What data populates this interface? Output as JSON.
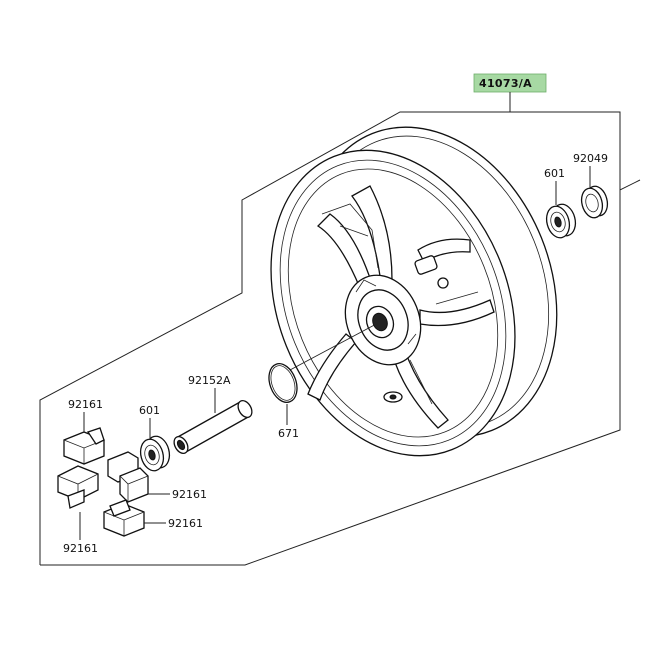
{
  "diagram": {
    "main_label": {
      "text": "41073/A",
      "badge_color": "#a7d9a3"
    },
    "callouts": {
      "seal_right": "92049",
      "bearing_right": "601",
      "bearing_left": "601",
      "spacer": "92152A",
      "oring": "671",
      "damper_top": "92161",
      "damper_mid": "92161",
      "damper_low": "92161",
      "damper_bottom": "92161"
    },
    "parts": [
      "wheel-rim",
      "bearing",
      "oil-seal",
      "distance-collar",
      "o-ring",
      "wheel-damper"
    ]
  }
}
